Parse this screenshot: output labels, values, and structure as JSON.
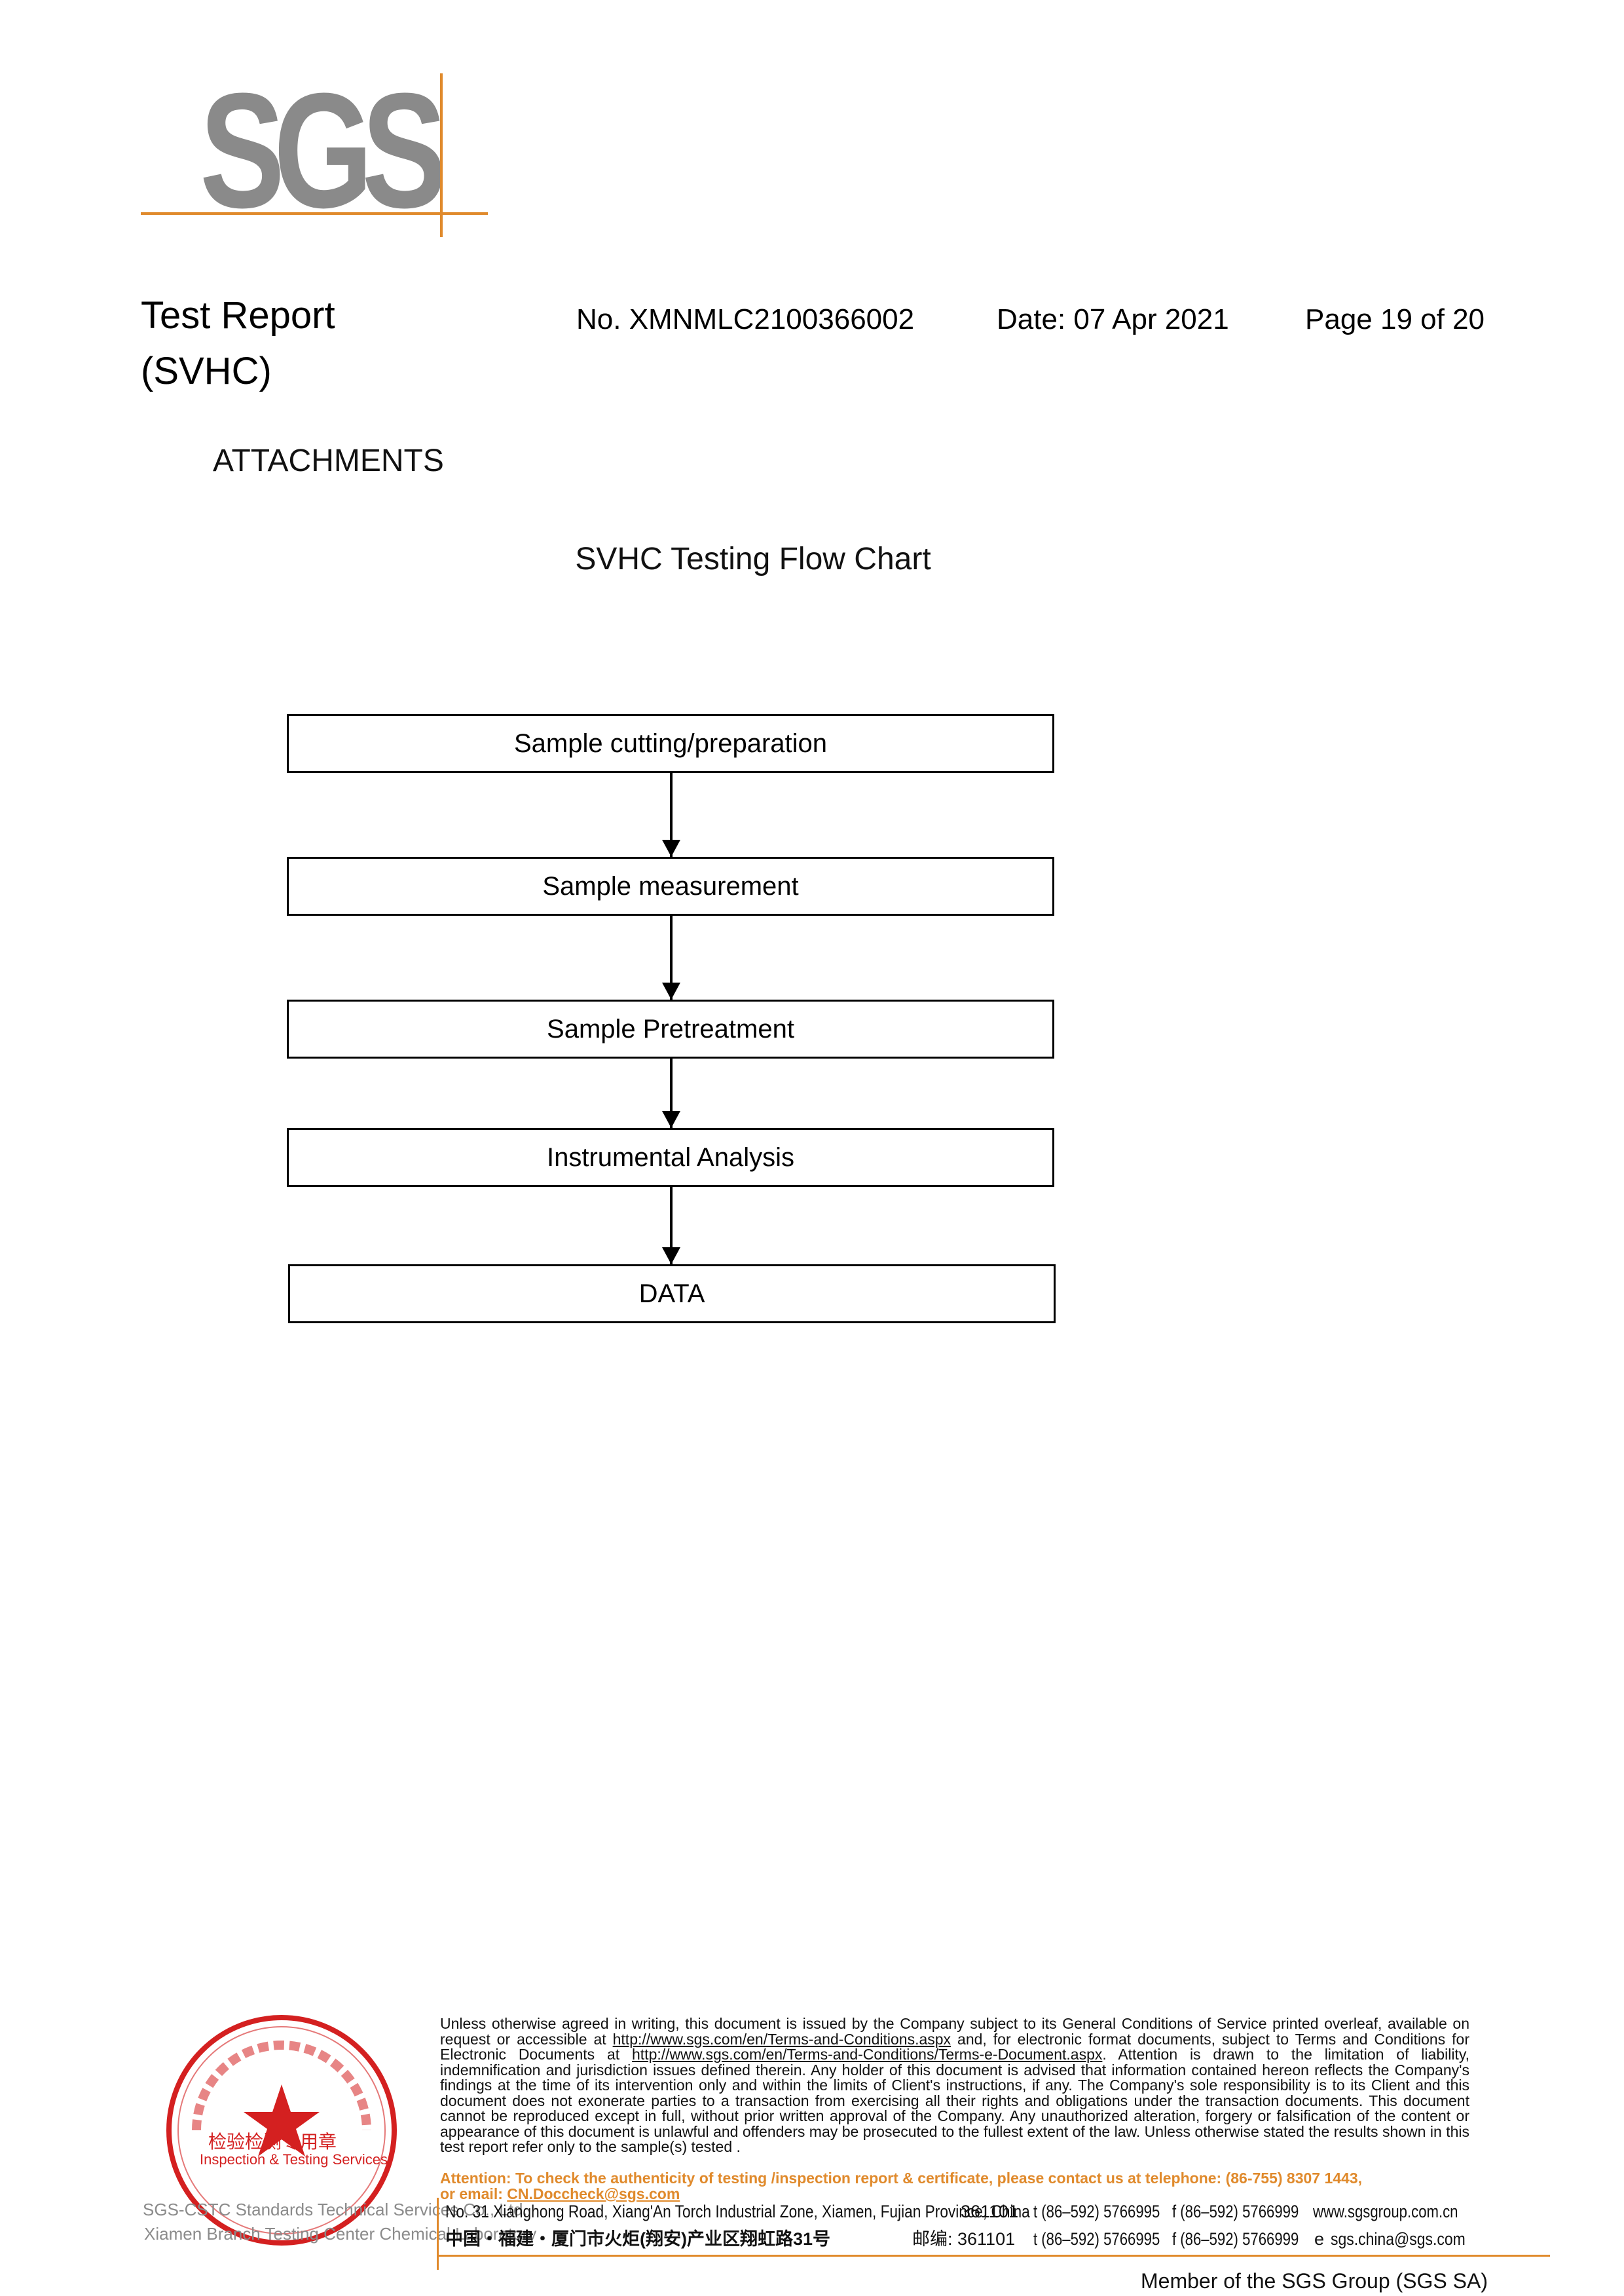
{
  "logo": {
    "text": "SGS"
  },
  "header": {
    "title_line1": "Test Report",
    "title_line2": "(SVHC)",
    "report_no": "No. XMNMLC2100366002",
    "date": "Date: 07 Apr 2021",
    "page": "Page 19 of 20"
  },
  "section_heading": "ATTACHMENTS",
  "flow_chart": {
    "title": "SVHC Testing Flow Chart",
    "steps": [
      "Sample cutting/preparation",
      "Sample measurement",
      "Sample Pretreatment",
      "Instrumental Analysis",
      "DATA"
    ]
  },
  "footer": {
    "disclaimer_part1": "Unless otherwise agreed in writing, this document is issued by the Company subject to its General Conditions of Service printed overleaf, available on request or accessible at ",
    "link1": "http://www.sgs.com/en/Terms-and-Conditions.aspx",
    "disclaimer_part2": " and, for electronic format documents, subject to Terms and Conditions for Electronic Documents at ",
    "link2": "http://www.sgs.com/en/Terms-and-Conditions/Terms-e-Document.aspx",
    "disclaimer_part3": ". Attention is drawn to the limitation of liability, indemnification and jurisdiction issues defined therein. Any holder of this document is advised that information contained hereon reflects the Company's findings at the time of its intervention only and within the limits of Client's instructions, if any. The Company's sole responsibility is to its Client and this document does not exonerate parties to a transaction from exercising all their rights and obligations under the transaction documents. This document cannot be reproduced except in full, without prior written approval of the Company. Any unauthorized alteration, forgery or falsification of the content or appearance of this document is unlawful and offenders may be prosecuted to the fullest extent of the law. Unless otherwise stated the results shown in this test report refer only to the sample(s) tested .",
    "attention_line1": "Attention: To check the authenticity of testing /inspection report & certificate, please contact us at telephone: (86-755) 8307 1443,",
    "attention_line2_prefix": "or email: ",
    "attention_email": "CN.Doccheck@sgs.com",
    "address_en": "No. 31 Xianghong Road, Xiang'An Torch Industrial Zone, Xiamen, Fujian Province, China",
    "postcode_en": "361101",
    "phone_en": "t (86–592) 5766995",
    "fax_en": "f (86–592) 5766999",
    "web": "www.sgsgroup.com.cn",
    "address_cn": "中国・福建・厦门市火炬(翔安)产业区翔虹路31号",
    "postcode_cn": "邮编: 361101",
    "phone_cn": "t (86–592) 5766995",
    "fax_cn": "f (86–592) 5766999",
    "email_prefix": "e",
    "email": "sgs.china@sgs.com",
    "member": "Member of the SGS Group (SGS SA)"
  },
  "stamp": {
    "center_text_cn": "检验检测专用章",
    "center_text_en": "Inspection & Testing Services",
    "caption_line1": "SGS-CSTC Standards Technical Services Co., Ltd.",
    "caption_line2": "Xiamen Branch Testing Center Chemical Laboratory"
  },
  "colors": {
    "accent": "#e08a2c",
    "logo_gray": "#8a8a8a",
    "stamp_red": "#d42020"
  }
}
